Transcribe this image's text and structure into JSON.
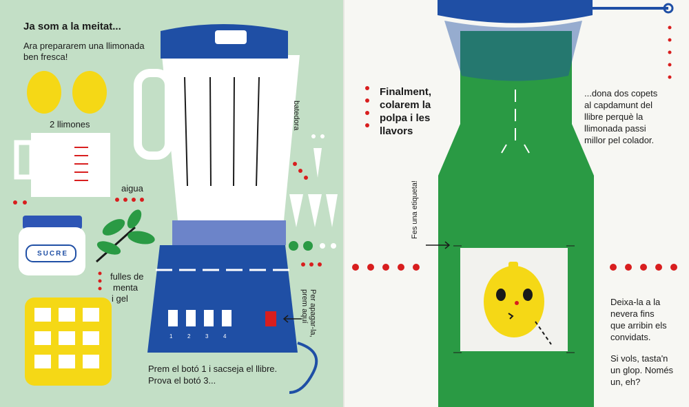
{
  "left": {
    "heading": "Ja som a la meitat...",
    "intro_line1": "Ara prepararem una llimonada",
    "intro_line2": "ben fresca!",
    "lemons_label": "2 llimones",
    "water_label": "aigua",
    "sugar_label": "SUCRE",
    "mint_line1": "fulles de",
    "mint_line2": "menta",
    "mint_line3": "i gel",
    "whisk_label": "batedora",
    "power_line1": "Per apagar-la,",
    "power_line2": "prem aquí",
    "buttons": [
      "1",
      "2",
      "3",
      "4"
    ],
    "instruction_line1": "Prem el botó 1 i sacseja el llibre.",
    "instruction_line2": "Prova el botó 3..."
  },
  "right": {
    "heading_line1": "Finalment,",
    "heading_line2": "colarem la",
    "heading_line3": "polpa i les",
    "heading_line4": "llavors",
    "tap_line1": "...dona dos copets",
    "tap_line2": "al capdamunt del",
    "tap_line3": "llibre perquè la",
    "tap_line4": "llimonada passi",
    "tap_line5": "millor pel colador.",
    "label_hint": "Fes una etiqueta!",
    "fridge_line1": "Deixa-la a la",
    "fridge_line2": "nevera fins",
    "fridge_line3": "que arribin els",
    "fridge_line4": "convidats.",
    "taste_line1": "Si vols, tasta'n",
    "taste_line2": "un glop. Només",
    "taste_line3": "un, eh?"
  },
  "colors": {
    "mint_bg": "#c3dfc6",
    "blue": "#1f4fa5",
    "green": "#2a9a44",
    "yellow": "#f5d816",
    "red": "#d81e1e"
  }
}
